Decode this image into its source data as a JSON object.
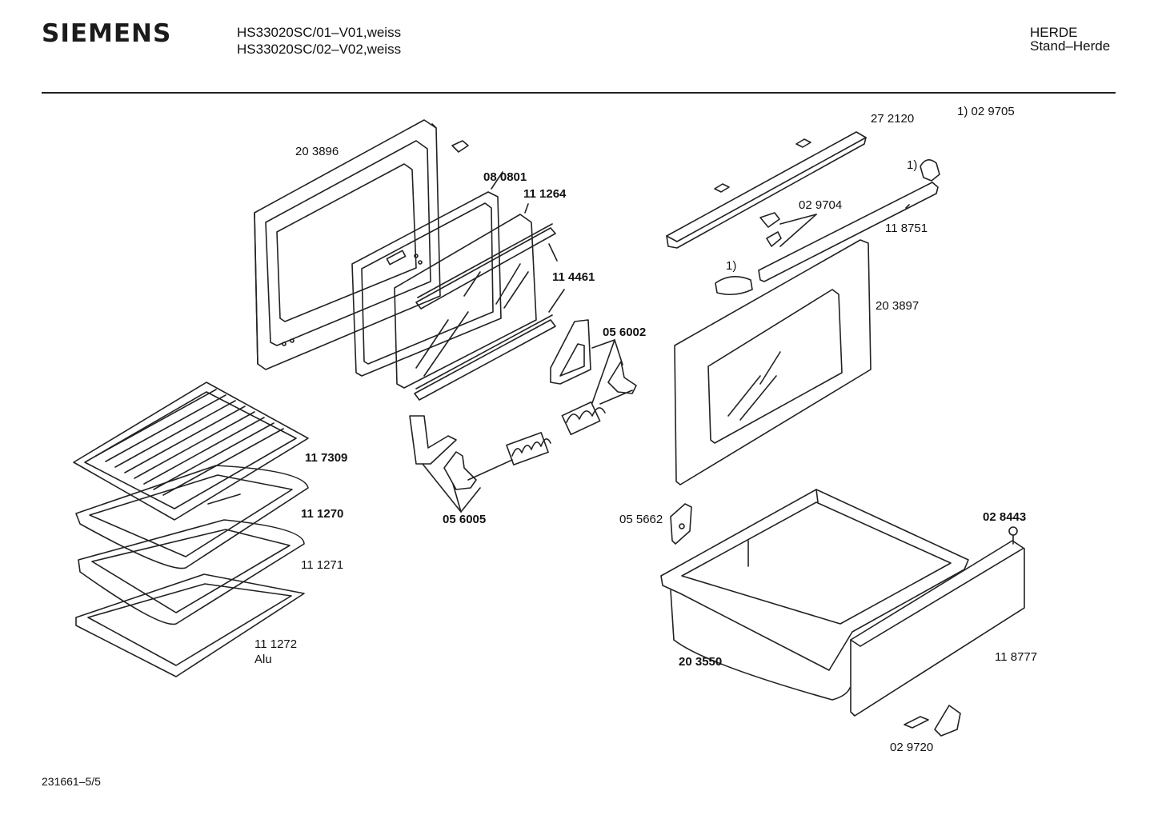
{
  "header": {
    "brand": "SIEMENS",
    "model_line_1": "HS33020SC/01–V01,weiss",
    "model_line_2": "HS33020SC/02–V02,weiss",
    "category_line_1": "HERDE",
    "category_line_2": "Stand–Herde"
  },
  "note": "1)  02 9705",
  "parts": [
    {
      "id": "203896",
      "label": "20 3896"
    },
    {
      "id": "080801",
      "label": "08 0801"
    },
    {
      "id": "111264",
      "label": "11 1264"
    },
    {
      "id": "114461",
      "label": "11 4461"
    },
    {
      "id": "056002",
      "label": "05 6002"
    },
    {
      "id": "056005",
      "label": "05 6005"
    },
    {
      "id": "117309",
      "label": "11 7309"
    },
    {
      "id": "111270",
      "label": "11 1270"
    },
    {
      "id": "111271",
      "label": "11 1271"
    },
    {
      "id": "111272",
      "label": "11 1272"
    },
    {
      "id": "alu",
      "label": "Alu"
    },
    {
      "id": "272120",
      "label": "27 2120"
    },
    {
      "id": "ref1a",
      "label": "1)"
    },
    {
      "id": "ref1b",
      "label": "1)"
    },
    {
      "id": "029704",
      "label": "02 9704"
    },
    {
      "id": "118751",
      "label": "11 8751"
    },
    {
      "id": "203897",
      "label": "20 3897"
    },
    {
      "id": "055662",
      "label": "05 5662"
    },
    {
      "id": "028443",
      "label": "02 8443"
    },
    {
      "id": "203550",
      "label": "20 3550"
    },
    {
      "id": "118777",
      "label": "11 8777"
    },
    {
      "id": "029720",
      "label": "02 9720"
    }
  ],
  "footer": {
    "doc_id": "231661–5/5"
  }
}
